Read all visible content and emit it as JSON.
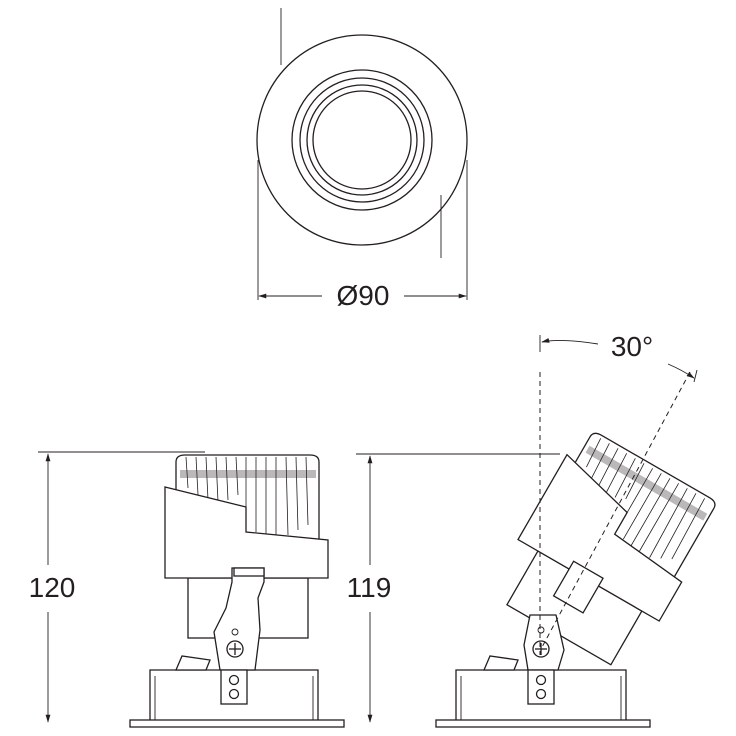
{
  "dimensions": {
    "diameter_label": "Ø90",
    "height_straight_label": "120",
    "height_tilted_label": "119",
    "tilt_angle_label": "30°"
  },
  "colors": {
    "line": "#231f20",
    "background": "#ffffff"
  }
}
